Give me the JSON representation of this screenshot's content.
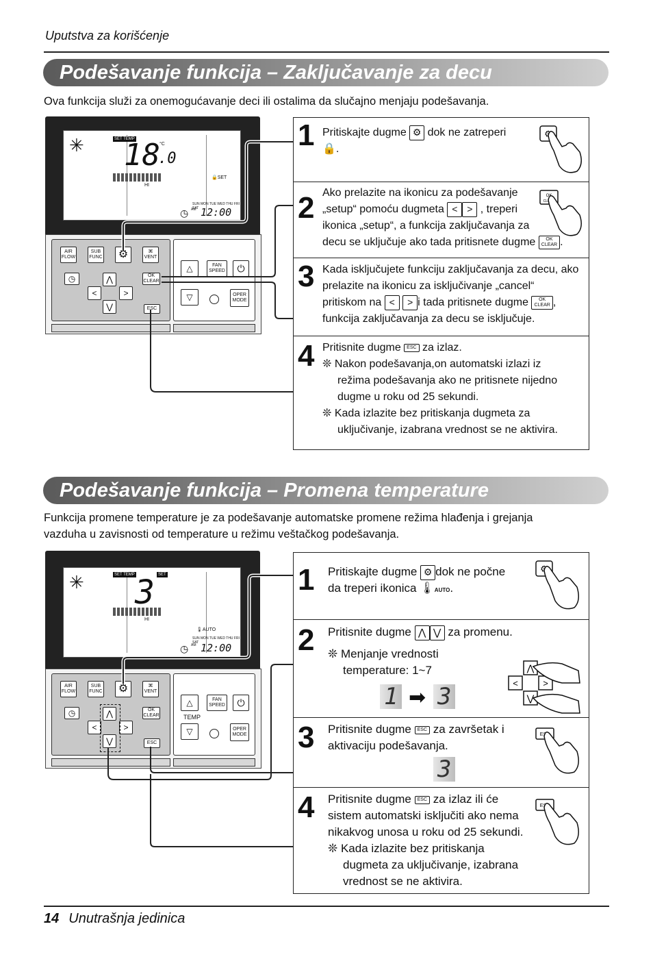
{
  "header": {
    "title": "Uputstva za korišćenje"
  },
  "section1": {
    "title": "Podešavanje funkcija – Zaključavanje za decu",
    "intro": "Ova funkcija služi za onemogućavanje deci ili ostalima da slučajno menjaju podešavanja.",
    "lcd": {
      "set_temp": "SET TEMP",
      "temp": "18",
      "decimal": ".0",
      "unit": "°C",
      "fan": "HI",
      "lock": "SET",
      "days": "SUN MON TUE WED THU FRI SAT",
      "am": "AM",
      "time": "12:00"
    },
    "steps": [
      {
        "num": "1",
        "t1": "Pritiskajte dugme",
        "t2": "dok ne zatreperi",
        "t3": "."
      },
      {
        "num": "2",
        "lines": [
          "Ako prelazite na ikonicu za podešavanje",
          "„setup“ pomoću dugmeta",
          ", treperi",
          "ikonica „setup“, a funkcija zaključavanja za",
          "decu se uključuje ako tada pritisnete dugme",
          "."
        ]
      },
      {
        "num": "3",
        "lines": [
          "Kada isključujete funkciju zaključavanja za decu, ako",
          "prelazite na ikonicu za isključivanje „cancel“",
          "pritiskom na",
          "i tada pritisnete dugme",
          ",",
          "funkcija zaključavanja za decu se isključuje."
        ]
      },
      {
        "num": "4",
        "l1": "Pritisnite dugme",
        "l1b": "za izlaz.",
        "b1": "Nakon podešavanja,on automatski izlazi iz",
        "b1b": "režima podešavanja ako ne pritisnete nijedno",
        "b1c": "dugme u roku od 25 sekundi.",
        "b2": "Kada izlazite bez pritiskanja dugmeta za",
        "b2b": "uključivanje, izabrana vrednost se ne aktivira."
      }
    ]
  },
  "section2": {
    "title": "Podešavanje funkcija – Promena temperature",
    "intro1": "Funkcija promene temperature je za podešavanje automatske promene režima hlađenja i grejanja",
    "intro2": "vazduha u zavisnosti od temperature u režimu veštačkog podešavanja.",
    "lcd": {
      "set_temp": "SET TEMP",
      "set": "SET",
      "temp": "3",
      "fan": "HI",
      "auto": "AUTO",
      "days": "SUN MON TUE WED THU FRI SAT",
      "am": "AM",
      "time": "12:00"
    },
    "steps": [
      {
        "num": "1",
        "l1": "Pritiskajte dugme",
        "l1b": "dok ne počne",
        "l2": "da treperi ikonica",
        "auto": "AUTO",
        "l2b": "."
      },
      {
        "num": "2",
        "l1": "Pritisnite dugme",
        "l1b": "za promenu.",
        "b1": "Menjanje vrednosti",
        "b1b": "temperature: 1~7",
        "from": "1",
        "to": "3"
      },
      {
        "num": "3",
        "l1": "Pritisnite dugme",
        "l1b": "za završetak i",
        "l2": "aktivaciju podešavanja.",
        "seg": "3"
      },
      {
        "num": "4",
        "l1": "Pritisnite dugme",
        "l1b": "za izlaz ili će",
        "l2": "sistem automatski isključiti ako nema",
        "l3": "nikakvog unosa u roku od 25 sekundi.",
        "b1": "Kada izlazite bez pritiskanja",
        "b1b": "dugmeta za uključivanje, izabrana",
        "b1c": "vrednost se ne aktivira."
      }
    ]
  },
  "remote": {
    "air": "AIR",
    "flow": "FLOW",
    "sub": "SUB",
    "func": "FUNC",
    "vent": "VENT",
    "ok": "OK",
    "clear": "CLEAR",
    "esc": "ESC",
    "fan": "FAN",
    "speed": "SPEED",
    "temp": "TEMP",
    "oper": "OPER",
    "mode": "MODE"
  },
  "footer": {
    "page": "14",
    "text": "Unutrašnja jedinica"
  }
}
